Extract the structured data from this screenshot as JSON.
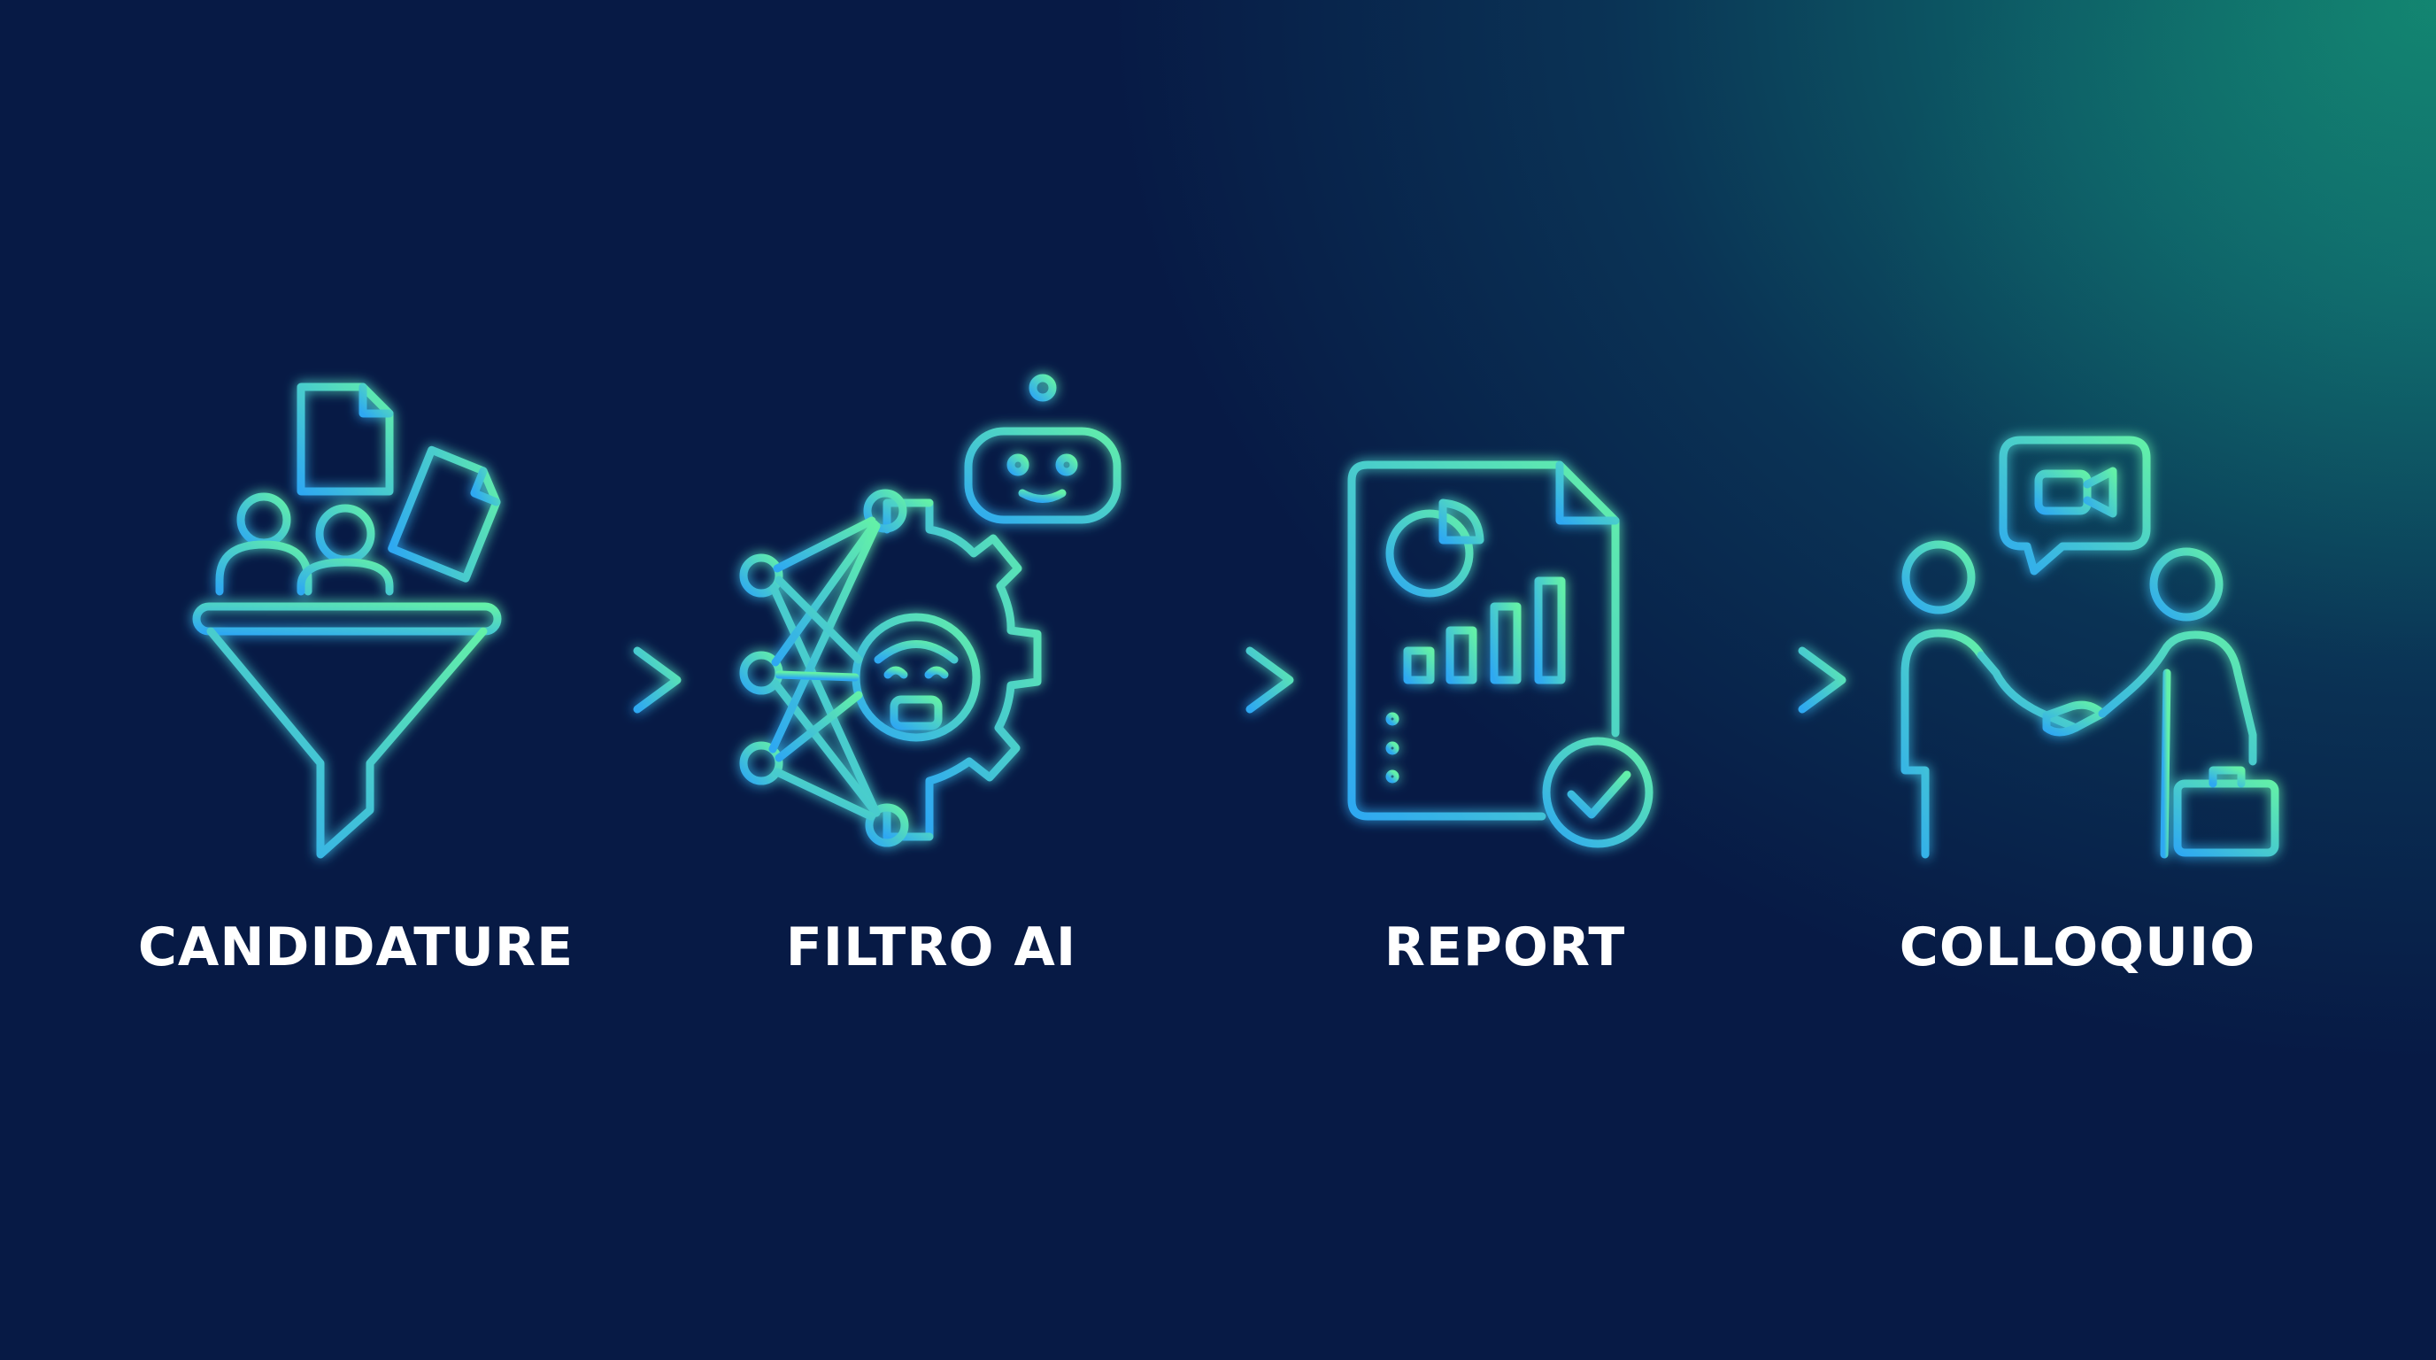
{
  "steps": [
    {
      "label": "CANDIDATURE",
      "icon": "funnel-icon"
    },
    {
      "label": "FILTRO AI",
      "icon": "ai-gear-robot-icon"
    },
    {
      "label": "REPORT",
      "icon": "report-document-icon"
    },
    {
      "label": "COLLOQUIO",
      "icon": "handshake-interview-icon"
    }
  ],
  "colors": {
    "gradient_start": "#2ea8f2",
    "gradient_end": "#63f0a8",
    "background_dark": "#071a45",
    "background_teal": "#12836f",
    "label_color": "#ffffff"
  }
}
